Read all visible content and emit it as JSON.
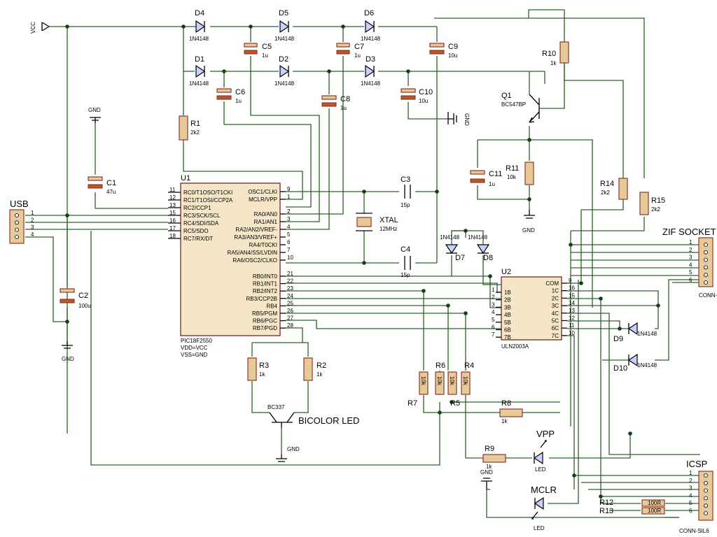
{
  "power": {
    "vcc": "VCC",
    "gnd": "GND"
  },
  "u1": {
    "ref": "U1",
    "part": "PIC18F2550",
    "vdd": "VDD=VCC",
    "vss": "VSS=GND",
    "left_pins": [
      {
        "num": "11",
        "name": "RC0/T1OSO/T1CKI"
      },
      {
        "num": "12",
        "name": "RC1/T1OSI/CCP2A"
      },
      {
        "num": "13",
        "name": "RC2/CCP1"
      },
      {
        "num": "15",
        "name": "RC3/SCK/SCL"
      },
      {
        "num": "16",
        "name": "RC4/SDI/SDA"
      },
      {
        "num": "17",
        "name": "RC5/SDO"
      },
      {
        "num": "18",
        "name": "RC7/RX/DT"
      }
    ],
    "right_pins_top": [
      {
        "num": "9",
        "name": "OSC1/CLKI"
      },
      {
        "num": "1",
        "name": "MCLR/VPP"
      },
      {
        "num": "2",
        "name": "RA0/AN0"
      },
      {
        "num": "3",
        "name": "RA1/AN1"
      },
      {
        "num": "4",
        "name": "RA2/AN2/VREF-"
      },
      {
        "num": "5",
        "name": "RA3/AN3/VREF+"
      },
      {
        "num": "6",
        "name": "RA4/T0CKI"
      },
      {
        "num": "7",
        "name": "RA5/AN4/SS/LVDIN"
      },
      {
        "num": "10",
        "name": "RA6/OSC2/CLKO"
      }
    ],
    "right_pins_bottom": [
      {
        "num": "21",
        "name": "RB0/INT0"
      },
      {
        "num": "22",
        "name": "RB1/INT1"
      },
      {
        "num": "23",
        "name": "RB2/INT2"
      },
      {
        "num": "24",
        "name": "RB3/CCP2B"
      },
      {
        "num": "25",
        "name": "RB4"
      },
      {
        "num": "26",
        "name": "RB5/PGM"
      },
      {
        "num": "27",
        "name": "RB6/PGC"
      },
      {
        "num": "28",
        "name": "RB7/PGD"
      }
    ]
  },
  "u2": {
    "ref": "U2",
    "part": "ULN2003A",
    "left_pins": [
      {
        "num": "1",
        "name": "1B"
      },
      {
        "num": "2",
        "name": "2B"
      },
      {
        "num": "3",
        "name": "3B"
      },
      {
        "num": "4",
        "name": "4B"
      },
      {
        "num": "5",
        "name": "5B"
      },
      {
        "num": "6",
        "name": "6B"
      },
      {
        "num": "7",
        "name": "7B"
      }
    ],
    "right_pins": [
      {
        "num": "9",
        "name": "COM"
      },
      {
        "num": "16",
        "name": "1C"
      },
      {
        "num": "15",
        "name": "2C"
      },
      {
        "num": "14",
        "name": "3C"
      },
      {
        "num": "13",
        "name": "4C"
      },
      {
        "num": "12",
        "name": "5C"
      },
      {
        "num": "11",
        "name": "6C"
      },
      {
        "num": "10",
        "name": "7C"
      }
    ]
  },
  "diodes": {
    "d1": {
      "ref": "D1",
      "val": "1N4148"
    },
    "d2": {
      "ref": "D2",
      "val": "1N4148"
    },
    "d3": {
      "ref": "D3",
      "val": "1N4148"
    },
    "d4": {
      "ref": "D4",
      "val": "1N4148"
    },
    "d5": {
      "ref": "D5",
      "val": "1N4148"
    },
    "d6": {
      "ref": "D6",
      "val": "1N4148"
    },
    "d7": {
      "ref": "D7",
      "val": "1N4148"
    },
    "d8": {
      "ref": "D8",
      "val": "1N4148"
    },
    "d9": {
      "ref": "D9",
      "val": "1N4148"
    },
    "d10": {
      "ref": "D10",
      "val": "1N4148"
    }
  },
  "caps": {
    "c1": {
      "ref": "C1",
      "val": "47u"
    },
    "c2": {
      "ref": "C2",
      "val": "100u"
    },
    "c3": {
      "ref": "C3",
      "val": "15p"
    },
    "c4": {
      "ref": "C4",
      "val": "15p"
    },
    "c5": {
      "ref": "C5",
      "val": "1u"
    },
    "c6": {
      "ref": "C6",
      "val": "1u"
    },
    "c7": {
      "ref": "C7",
      "val": "1u"
    },
    "c8": {
      "ref": "C8",
      "val": "1u"
    },
    "c9": {
      "ref": "C9",
      "val": "10u"
    },
    "c10": {
      "ref": "C10",
      "val": "10u"
    },
    "c11": {
      "ref": "C11",
      "val": "1u"
    }
  },
  "resistors": {
    "r1": {
      "ref": "R1",
      "val": "2k2"
    },
    "r2": {
      "ref": "R2",
      "val": "1k"
    },
    "r3": {
      "ref": "R3",
      "val": "1k"
    },
    "r4": {
      "ref": "R4",
      "val": "10k"
    },
    "r5": {
      "ref": "R5",
      "val": "10k"
    },
    "r6": {
      "ref": "R6",
      "val": "10k"
    },
    "r7": {
      "ref": "R7",
      "val": "10k"
    },
    "r8": {
      "ref": "R8",
      "val": "1k"
    },
    "r9": {
      "ref": "R9",
      "val": "1k"
    },
    "r10": {
      "ref": "R10",
      "val": "1k"
    },
    "r11": {
      "ref": "R11",
      "val": "10k"
    },
    "r12": {
      "ref": "R12",
      "val": "100R"
    },
    "r13": {
      "ref": "R13",
      "val": "100R"
    },
    "r14": {
      "ref": "R14",
      "val": "2k2"
    },
    "r15": {
      "ref": "R15",
      "val": "2k2"
    }
  },
  "transistors": {
    "q1": {
      "ref": "Q1",
      "val": "BC547BP"
    },
    "bc337": {
      "val": "BC337"
    }
  },
  "crystal": {
    "label": "XTAL",
    "val": "12MHz"
  },
  "leds": {
    "vpp": {
      "label": "VPP",
      "val": "LED"
    },
    "mclr": {
      "label": "MCLR",
      "val": "LED"
    },
    "bicolor": {
      "label": "BICOLOR LED"
    }
  },
  "connectors": {
    "usb": {
      "label": "USB",
      "pins": [
        "1",
        "2",
        "3",
        "4"
      ]
    },
    "zif": {
      "label": "ZIF SOCKET",
      "sub": "CONN-",
      "pins": [
        "1",
        "2",
        "3",
        "4",
        "5",
        "6"
      ]
    },
    "icsp": {
      "label": "ICSP",
      "sub": "CONN-SIL6",
      "pins": [
        "1",
        "2",
        "3",
        "4",
        "5",
        "6"
      ]
    }
  }
}
